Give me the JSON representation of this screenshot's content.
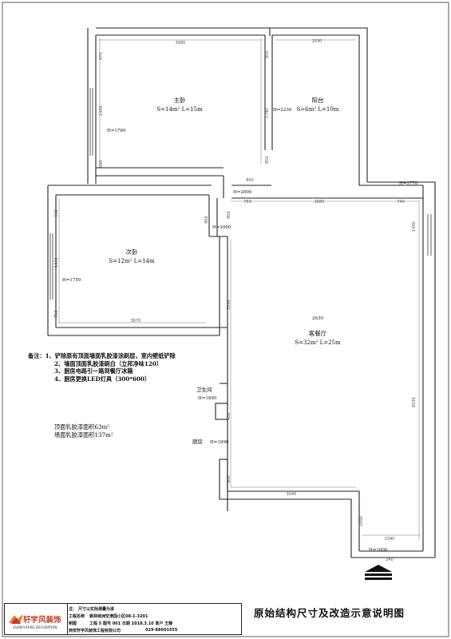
{
  "rooms": {
    "master_bedroom": {
      "name": "主卧",
      "area": "S=14m² L=15m",
      "height": "H=1760"
    },
    "balcony": {
      "name": "阳台",
      "area": "S=6m² L=10m",
      "height": "H=2230"
    },
    "second_bedroom": {
      "name": "次卧",
      "area": "S=12m² L=14m",
      "height": "H=1750"
    },
    "living_dining": {
      "name": "客餐厅",
      "area": "S=32m² L=25m",
      "height": "2630"
    },
    "bathroom": {
      "name": "卫生间",
      "height": "H=1890"
    },
    "kitchen": {
      "name": "厨房",
      "height": "H=1890"
    }
  },
  "door_heights": {
    "master_door": "H=2000",
    "second_door": "H=2000",
    "entrance": "H=2000",
    "right_window": "H=1770"
  },
  "dimensions": {
    "master_top": "3980",
    "balcony_top": "1530",
    "master_left_upper": "970",
    "master_left_mid": "1430",
    "master_left_lower": "990",
    "master_right_upper": "850",
    "master_right_mid": "1740",
    "master_right_lower": "850",
    "master_door_w": "800",
    "mid_left": "760",
    "mid_center": "2680",
    "mid_right": "740",
    "right_upper": "1400",
    "right_lower": "6530",
    "second_left_upper": "930",
    "second_left_mid": "1430",
    "second_left_lower": "750",
    "second_door_a": "900",
    "second_door_b": "950",
    "second_bottom": "3670",
    "corridor_v": "3340",
    "bath_v": "400",
    "kitchen_v": "900",
    "kitchen_bottom": "3040",
    "entry_v": "1000",
    "entry_bottom": "1340",
    "entry_small": "240"
  },
  "notes": {
    "prefix": "备注：",
    "items": [
      "1、铲除原有顶面墙面乳胶漆涂刷层，室内壁纸铲除",
      "2、墙面顶面乳胶漆刷白（立邦净味120）",
      "3、厨房电路引一路到餐厅冰箱",
      "4、厨房更换LED灯具（300*600）"
    ]
  },
  "areas": {
    "ceiling": "顶面乳胶漆面积63m²",
    "wall": "墙面乳胶漆面积137m²"
  },
  "drawing_title": "原始结构尺寸及改造示意说明图",
  "title_block": {
    "company_name": "轩宇风装饰",
    "company_en": "XUANYUFENG DECORATION",
    "row1_label": "注：",
    "row1_value": "尺寸以实际测量为准",
    "row2_label": "工程名称",
    "row2_value": "枫林绿洲空港国小区08-1-3201",
    "row3_label": "制图",
    "row3_value": "工程 5 图号 001 日期 2018.3.10 客户 王静",
    "row4_company": "西安轩宇风装饰工程有限公司",
    "row4_phone": "029-88601655"
  }
}
